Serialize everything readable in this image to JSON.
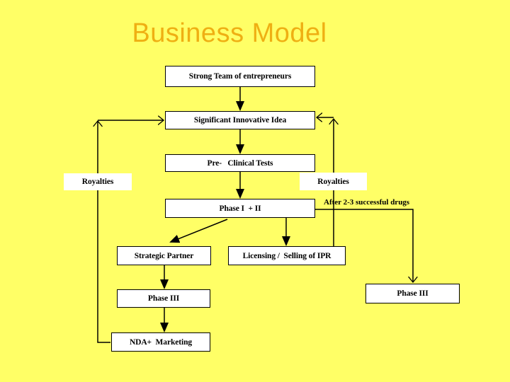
{
  "slide": {
    "title": "Business Model",
    "colors": {
      "background": "#FFFF66",
      "title_text": "#EFAF13",
      "box_background": "#FFFFFF",
      "box_border": "#000000",
      "connector": "#000000"
    }
  },
  "nodes": {
    "strong_team": {
      "label": "Strong Team of entrepreneurs"
    },
    "innovative_idea": {
      "label": "Significant Innovative Idea"
    },
    "preclinical": {
      "label": "Pre-   Clinical Tests"
    },
    "phase_1_2": {
      "label": "Phase I  + II"
    },
    "royalties_left": {
      "label": "Royalties"
    },
    "royalties_right": {
      "label": "Royalties"
    },
    "strategic_partner": {
      "label": "Strategic Partner"
    },
    "licensing": {
      "label": "Licensing /  Selling of IPR"
    },
    "phase_3_left": {
      "label": "Phase III"
    },
    "nda_marketing": {
      "label": "NDA+  Marketing"
    },
    "phase_3_right": {
      "label": "Phase III"
    }
  },
  "annotations": {
    "after_drugs": "After 2-3 successful drugs"
  },
  "flow": {
    "edges": [
      "Strong Team of entrepreneurs -> Significant Innovative Idea",
      "Significant Innovative Idea -> Pre- Clinical Tests",
      "Pre- Clinical Tests -> Phase I + II",
      "Phase I + II -> Strategic Partner",
      "Phase I + II -> Licensing / Selling of IPR",
      "Phase I + II -> Phase III (right, after 2-3 successful drugs)",
      "Strategic Partner -> Phase III",
      "Phase III -> NDA+ Marketing",
      "NDA+ Marketing -> Significant Innovative Idea (royalties feedback)",
      "Licensing / Selling of IPR -> Significant Innovative Idea (royalties feedback)"
    ]
  }
}
